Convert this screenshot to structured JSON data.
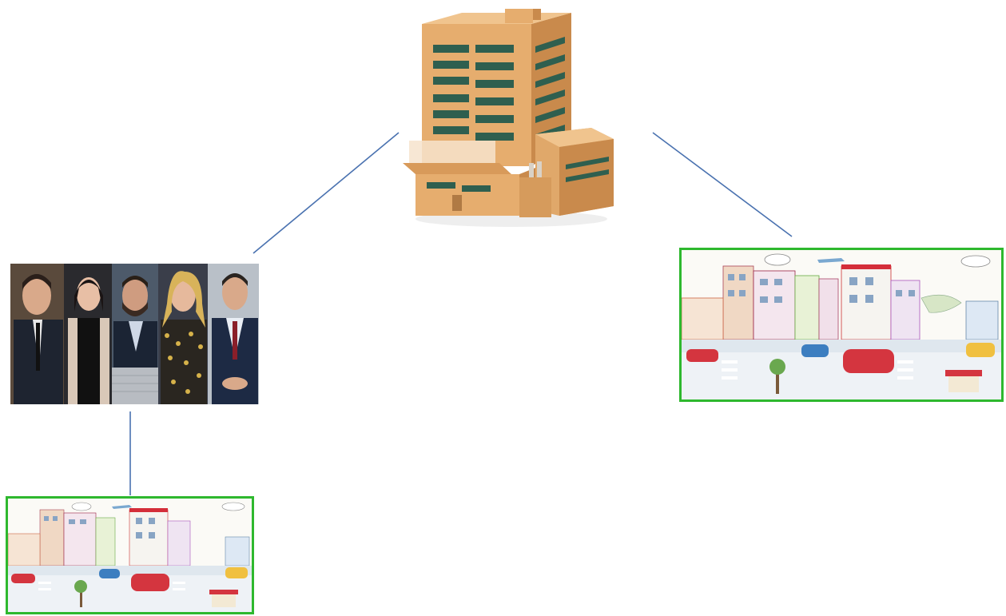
{
  "diagram": {
    "nodes": [
      {
        "id": "building",
        "kind": "illustration",
        "icon": "office-building-icon"
      },
      {
        "id": "politicians",
        "kind": "photo",
        "icon": "politicians-photo",
        "people_count": 5
      },
      {
        "id": "city-right",
        "kind": "illustration",
        "icon": "city-street-illustration"
      },
      {
        "id": "city-bottom",
        "kind": "illustration",
        "icon": "city-street-illustration"
      }
    ],
    "edges": [
      {
        "from": "building",
        "to": "politicians"
      },
      {
        "from": "building",
        "to": "city-right"
      },
      {
        "from": "politicians",
        "to": "city-bottom"
      }
    ]
  },
  "colors": {
    "connector": "#4a72b0",
    "frame": "#2eb82e",
    "building": "#e0a86a",
    "building_shade": "#c98a4c",
    "window": "#2f5f4f"
  }
}
